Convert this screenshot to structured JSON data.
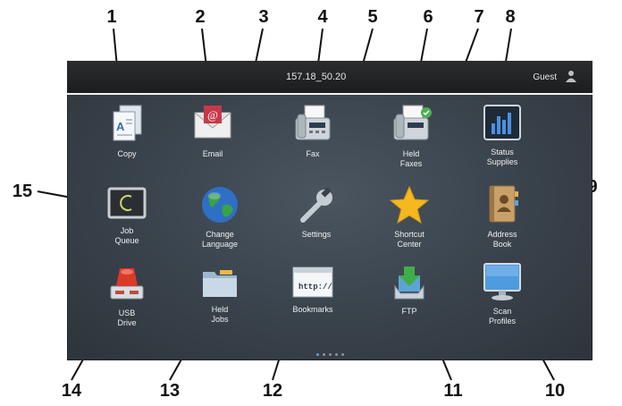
{
  "header": {
    "ip": "157.18_50.20",
    "user": "Guest"
  },
  "tiles": [
    {
      "label": "Copy"
    },
    {
      "label": "Email"
    },
    {
      "label": "Fax"
    },
    {
      "label": "Held\nFaxes"
    },
    {
      "label": "Status\nSupplies"
    },
    {
      "label": "Job\nQueue"
    },
    {
      "label": "Change\nLanguage"
    },
    {
      "label": "Settings"
    },
    {
      "label": "Shortcut\nCenter"
    },
    {
      "label": "Address\nBook"
    },
    {
      "label": "USB\nDrive"
    },
    {
      "label": "Held\nJobs"
    },
    {
      "label": "Bookmarks"
    },
    {
      "label": "FTP"
    },
    {
      "label": "Scan\nProfiles"
    }
  ],
  "bookmark_icon_text": "http://",
  "callouts": [
    "1",
    "2",
    "3",
    "4",
    "5",
    "6",
    "7",
    "8",
    "9",
    "10",
    "11",
    "12",
    "13",
    "14",
    "15"
  ],
  "colors": {
    "screen": "#39424b",
    "topbar": "#1c1d1f",
    "star": "#f5b81f",
    "usb": "#d93a2a"
  }
}
